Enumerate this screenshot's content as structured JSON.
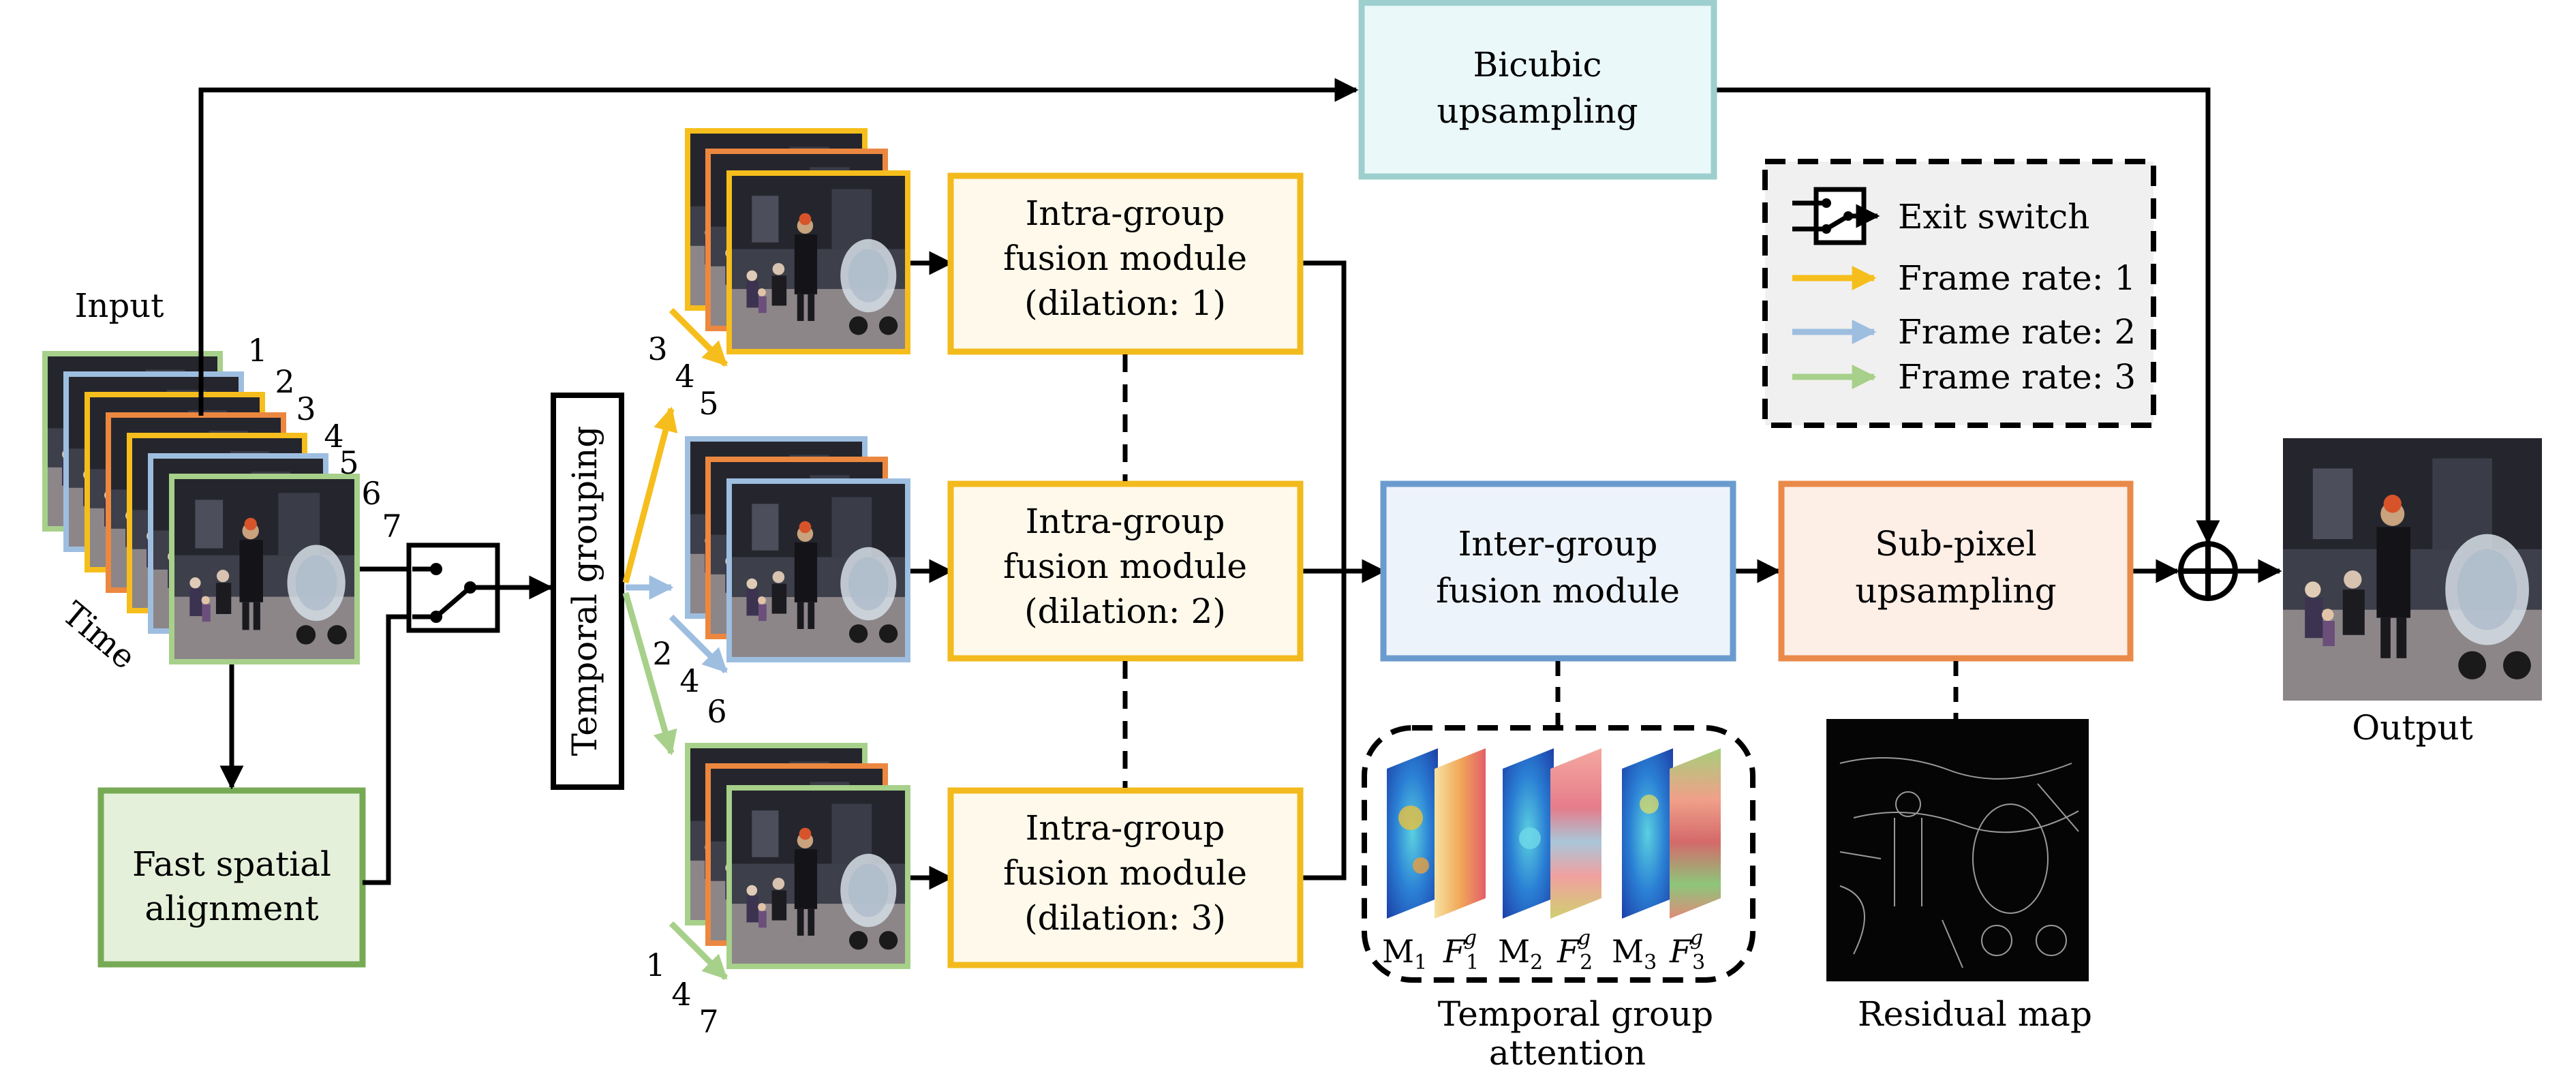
{
  "input": {
    "label": "Input",
    "frame_numbers": [
      "1",
      "2",
      "3",
      "4",
      "5",
      "6",
      "7"
    ],
    "time_label": "Time"
  },
  "fast_alignment": {
    "line1": "Fast spatial",
    "line2": "alignment"
  },
  "temporal_grouping": {
    "label": "Temporal grouping"
  },
  "groups": [
    {
      "frames": [
        "3",
        "4",
        "5"
      ],
      "module": {
        "line1": "Intra-group",
        "line2": "fusion module",
        "line3": "(dilation: 1)"
      }
    },
    {
      "frames": [
        "2",
        "4",
        "6"
      ],
      "module": {
        "line1": "Intra-group",
        "line2": "fusion module",
        "line3": "(dilation: 2)"
      }
    },
    {
      "frames": [
        "1",
        "4",
        "7"
      ],
      "module": {
        "line1": "Intra-group",
        "line2": "fusion module",
        "line3": "(dilation: 3)"
      }
    }
  ],
  "bicubic": {
    "line1": "Bicubic",
    "line2": "upsampling"
  },
  "inter_group": {
    "line1": "Inter-group",
    "line2": "fusion module"
  },
  "subpixel": {
    "line1": "Sub-pixel",
    "line2": "upsampling"
  },
  "legend": {
    "exit_switch": "Exit switch",
    "rate1": "Frame rate: 1",
    "rate2": "Frame rate: 2",
    "rate3": "Frame rate: 3"
  },
  "attention": {
    "symbols": [
      "M",
      "F",
      "M",
      "F",
      "M",
      "F"
    ],
    "subs": [
      "1",
      "1",
      "2",
      "2",
      "3",
      "3"
    ],
    "sup": "g",
    "caption_line1": "Temporal group",
    "caption_line2": "attention"
  },
  "residual": {
    "caption": "Residual map"
  },
  "output": {
    "label": "Output"
  },
  "colors": {
    "rate1": "#F6BE1C",
    "rate2": "#9EBEE0",
    "rate3": "#A7D08A",
    "frame_orange": "#EC8740",
    "fusion_border": "#F2BA1C",
    "fusion_fill": "#FEF9EA",
    "bicubic_border": "#9CCFCD",
    "bicubic_fill": "#EAF8FA",
    "inter_border": "#6A9BCF",
    "inter_fill": "#EDF3FA",
    "subpixel_border": "#E98A4A",
    "subpixel_fill": "#FDEEE6",
    "align_border": "#77AA55",
    "align_fill": "#E5F0DA"
  }
}
